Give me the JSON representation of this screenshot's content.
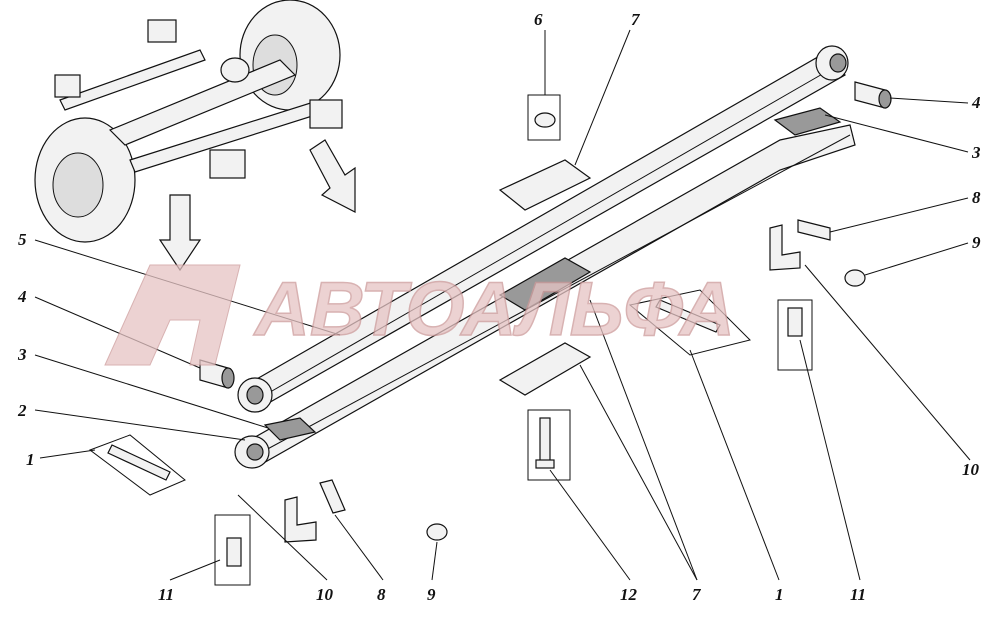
{
  "watermark": "АВТОАЛЬФА",
  "callouts": {
    "top_6": "6",
    "top_7": "7",
    "right_4": "4",
    "right_3": "3",
    "right_8": "8",
    "right_9": "9",
    "right_10": "10",
    "left_5": "5",
    "left_4": "4",
    "left_3": "3",
    "left_2": "2",
    "left_1": "1",
    "bottom_11a": "11",
    "bottom_10": "10",
    "bottom_8": "8",
    "bottom_9": "9",
    "bottom_12": "12",
    "bottom_7": "7",
    "bottom_1": "1",
    "bottom_11b": "11"
  }
}
